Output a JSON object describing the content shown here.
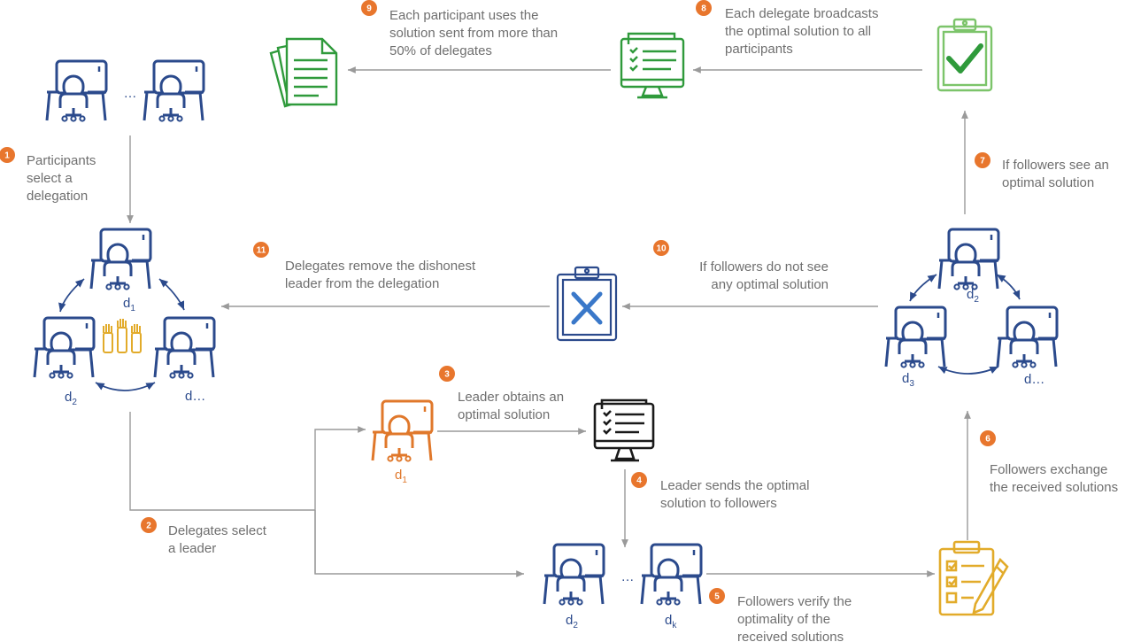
{
  "colors": {
    "blue": "#2b4a8c",
    "orange": "#e0782b",
    "green": "#2f9a3b",
    "light_green": "#7cc46a",
    "gold": "#e2ab2a",
    "step_badge": "#e8762d",
    "arrow": "#9a9a9a",
    "text": "#6f6f6f"
  },
  "icons": {
    "workstation": "person-at-desk-icon",
    "documents": "document-stack-icon",
    "monitor_list": "monitor-checklist-icon",
    "clipboard_check": "clipboard-check-icon",
    "clipboard_x": "clipboard-x-icon",
    "clipboard_pencil": "clipboard-pencil-icon",
    "raised_hands": "raised-hands-icon"
  },
  "labels": {
    "ellipsis": "…",
    "d": "d",
    "sub_1": "1",
    "sub_2": "2",
    "sub_3": "3",
    "sub_k": "k",
    "d_etc": "d…"
  },
  "steps": [
    {
      "num": "1",
      "lines": [
        "Participants",
        "select a",
        "delegation"
      ]
    },
    {
      "num": "2",
      "lines": [
        "Delegates select",
        "a leader"
      ]
    },
    {
      "num": "3",
      "lines": [
        "Leader obtains an",
        "optimal solution"
      ]
    },
    {
      "num": "4",
      "lines": [
        "Leader sends the optimal",
        "solution to followers"
      ]
    },
    {
      "num": "5",
      "lines": [
        "Followers verify the",
        "optimality of the",
        "received solutions"
      ]
    },
    {
      "num": "6",
      "lines": [
        "Followers exchange",
        "the received solutions"
      ]
    },
    {
      "num": "7",
      "lines": [
        "If followers see an",
        "optimal solution"
      ]
    },
    {
      "num": "8",
      "lines": [
        "Each delegate broadcasts",
        "the optimal solution to all",
        "participants"
      ]
    },
    {
      "num": "9",
      "lines": [
        "Each participant uses the",
        "solution sent from more than",
        "50% of delegates"
      ]
    },
    {
      "num": "10",
      "lines": [
        "If followers do not see",
        "any optimal solution"
      ]
    },
    {
      "num": "11",
      "lines": [
        "Delegates remove the dishonest",
        "leader from the delegation"
      ]
    }
  ]
}
